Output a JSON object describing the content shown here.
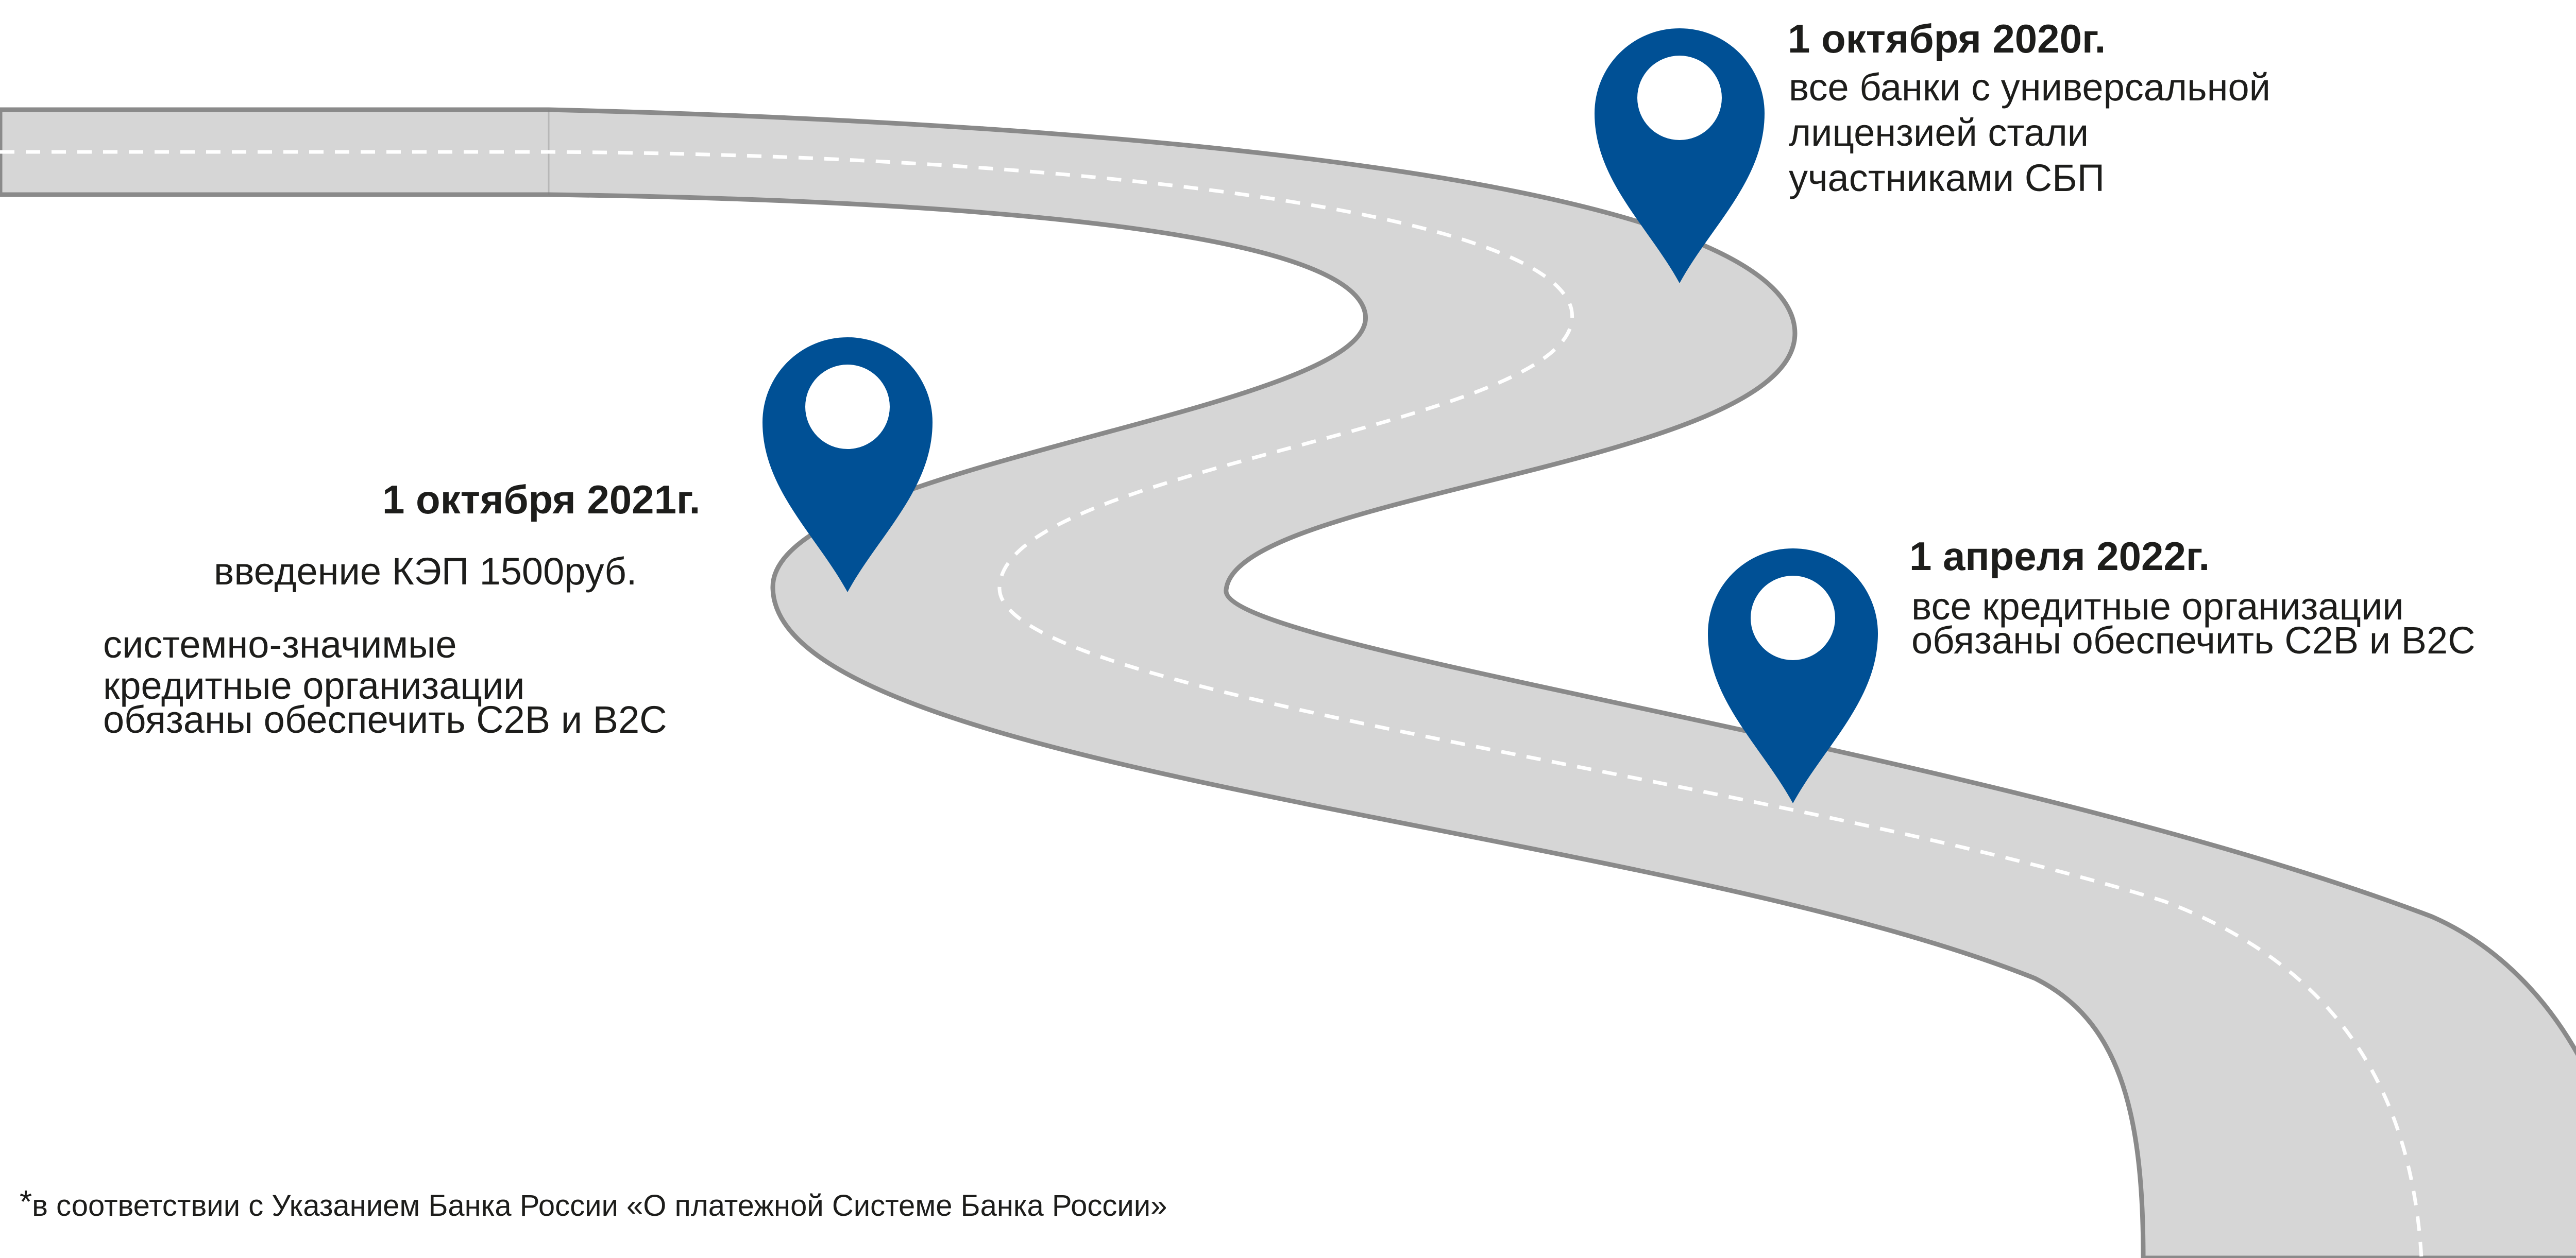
{
  "milestones": [
    {
      "date": "1 октября 2020г.",
      "lines": [
        "все банки с универсальной",
        "лицензией стали",
        "участниками СБП"
      ]
    },
    {
      "date": "1 октября 2021г.",
      "line_a": "введение КЭП 1500руб.",
      "lines": [
        "системно-значимые",
        "кредитные организации",
        "обязаны обеспечить С2В и В2С"
      ]
    },
    {
      "date": "1 апреля 2022г.",
      "lines": [
        "все кредитные организации",
        "обязаны обеспечить С2В и В2С"
      ]
    }
  ],
  "footnote": {
    "mark": "*",
    "text": "в соответствии с Указанием Банка России «О платежной Системе Банка России»"
  },
  "colors": {
    "road_fill": "#d6d6d6",
    "road_edge": "#8a8a8a",
    "lane_marking": "#ffffff",
    "pin": "#005095"
  },
  "icons": [
    "map-pin-icon"
  ]
}
